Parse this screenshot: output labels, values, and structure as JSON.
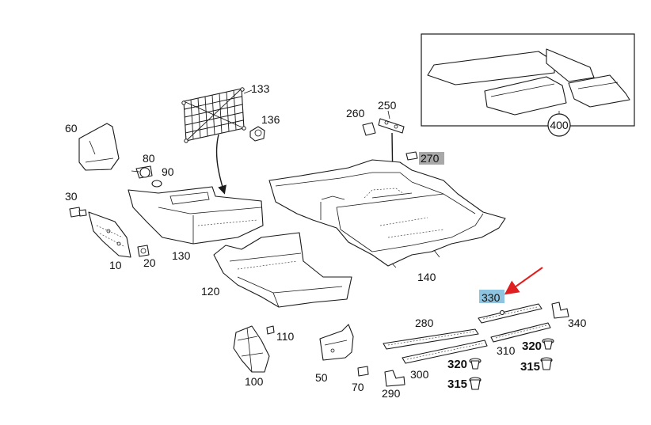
{
  "diagram": {
    "labels": {
      "p10": "10",
      "p20": "20",
      "p30": "30",
      "p50": "50",
      "p60": "60",
      "p70": "70",
      "p80": "80",
      "p90": "90",
      "p100": "100",
      "p110": "110",
      "p120": "120",
      "p130": "130",
      "p133": "133",
      "p136": "136",
      "p140": "140",
      "p250": "250",
      "p260": "260",
      "p270": "270",
      "p280": "280",
      "p290": "290",
      "p300": "300",
      "p310": "310",
      "p315a": "315",
      "p315b": "315",
      "p320a": "320",
      "p320b": "320",
      "p330": "330",
      "p340": "340",
      "p400": "400"
    },
    "highlight_colors": {
      "p270": "#a8a8a8",
      "p330": "#8fc4e0"
    },
    "pointer_color": "#e02020"
  }
}
